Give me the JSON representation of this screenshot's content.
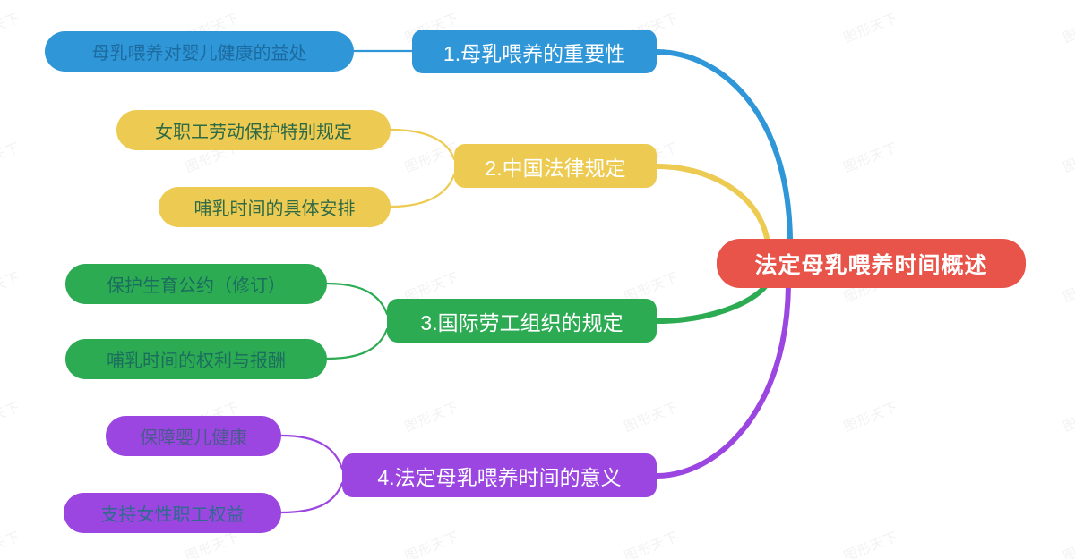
{
  "diagram": {
    "type": "mind-map",
    "title": "法定母乳喂养时间概述",
    "watermark_text": "图形天下",
    "background_color": "#ffffff",
    "root": {
      "label": "法定母乳喂养时间概述",
      "fill": "#e8544a",
      "text_color": "#ffffff"
    },
    "branches": [
      {
        "label": "1.母乳喂养的重要性",
        "fill": "#2f96d8",
        "text_color": "#ffffff",
        "edge_color": "#2f96d8",
        "children": [
          {
            "label": "母乳喂养对婴儿健康的益处",
            "fill": "#2f96d8",
            "text_color": "#1c6a9e"
          }
        ]
      },
      {
        "label": "2.中国法律规定",
        "fill": "#edcb53",
        "text_color": "#ffffff",
        "edge_color": "#edcb53",
        "children": [
          {
            "label": "女职工劳动保护特别规定",
            "fill": "#edcb53",
            "text_color": "#2f6a46"
          },
          {
            "label": "哺乳时间的具体安排",
            "fill": "#edcb53",
            "text_color": "#2f6a46"
          }
        ]
      },
      {
        "label": "3.国际劳工组织的规定",
        "fill": "#2cab53",
        "text_color": "#ffffff",
        "edge_color": "#2cab53",
        "children": [
          {
            "label": "保护生育公约（修订）",
            "fill": "#2cab53",
            "text_color": "#1b6e5e"
          },
          {
            "label": "哺乳时间的权利与报酬",
            "fill": "#2cab53",
            "text_color": "#1b6e5e"
          }
        ]
      },
      {
        "label": "4.法定母乳喂养时间的意义",
        "fill": "#9b46e0",
        "text_color": "#ffffff",
        "edge_color": "#9b46e0",
        "children": [
          {
            "label": "保障婴儿健康",
            "fill": "#9b46e0",
            "text_color": "#4a5a8f"
          },
          {
            "label": "支持女性职工权益",
            "fill": "#9b46e0",
            "text_color": "#2f6a8f"
          }
        ]
      }
    ]
  }
}
